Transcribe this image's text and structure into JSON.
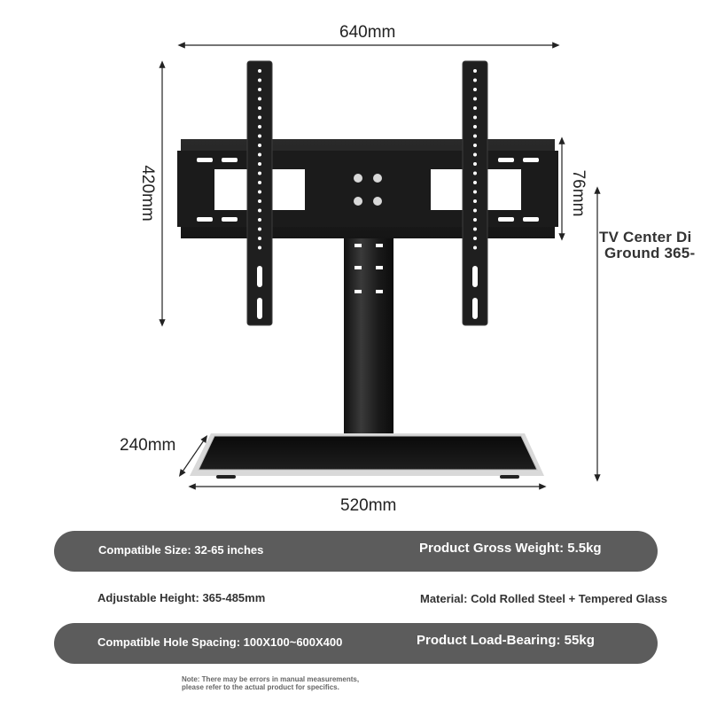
{
  "dimensions": {
    "width": "640mm",
    "height": "420mm",
    "plate_height": "76mm",
    "base_depth": "240mm",
    "base_width": "520mm"
  },
  "center_label": {
    "line1": "TV Center Di",
    "line2": "Ground 365-"
  },
  "specs": {
    "compatible_size": "Compatible Size: 32-65 inches",
    "gross_weight": "Product Gross Weight: 5.5kg",
    "adjustable_height": "Adjustable Height: 365-485mm",
    "material": "Material: Cold Rolled Steel + Tempered Glass",
    "hole_spacing": "Compatible Hole Spacing: 100X100~600X400",
    "load_bearing": "Product Load-Bearing: 55kg"
  },
  "note": {
    "line1": "Note: There may be errors in manual measurements,",
    "line2": "please refer to the actual product for specifics."
  },
  "colors": {
    "pill": "#5c5c5c",
    "product": "#1c1c1c",
    "glass_edge": "#e8e8e8"
  }
}
